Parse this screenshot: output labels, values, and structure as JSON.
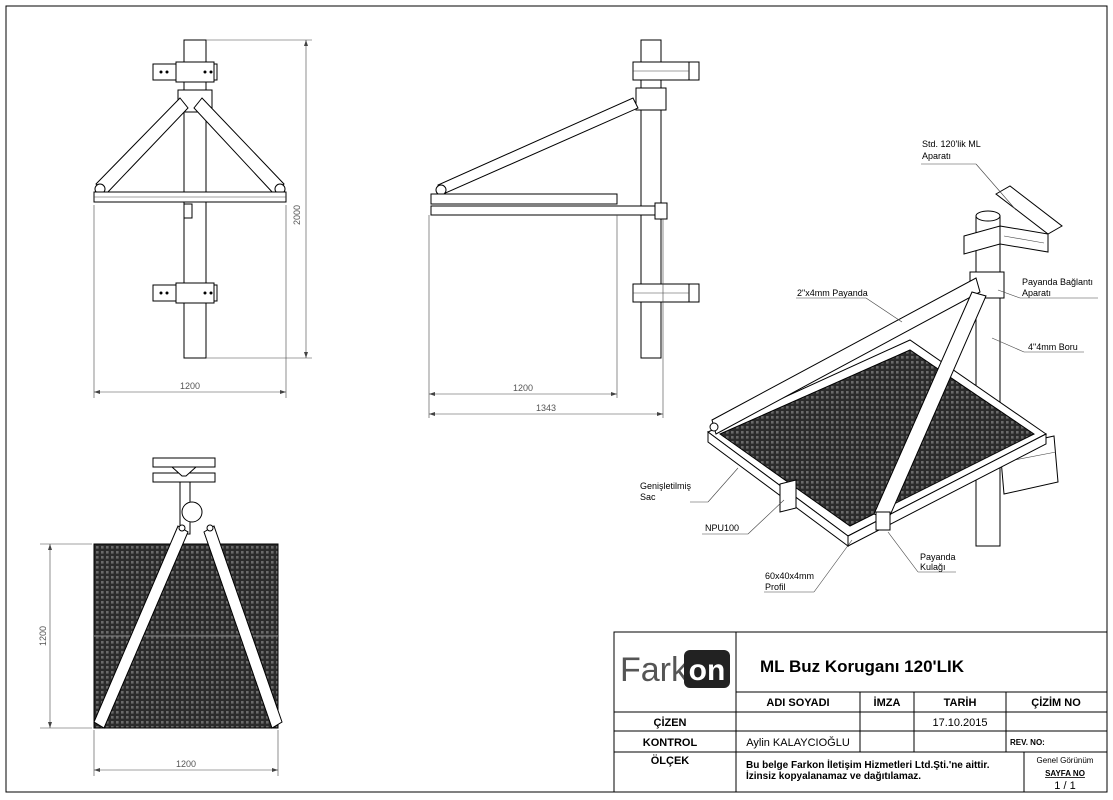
{
  "title_block": {
    "brand_text": "Fark",
    "brand_badge": "on",
    "drawing_title": "ML Buz Koruganı 120'LIK",
    "col_name": "ADI SOYADI",
    "col_sign": "İMZA",
    "col_date": "TARİH",
    "col_drawing_no": "ÇİZİM NO",
    "row_drawn": "ÇİZEN",
    "row_control": "KONTROL",
    "row_scale": "ÖLÇEK",
    "drawn_date": "17.10.2015",
    "control_name": "Aylin KALAYCIOĞLU",
    "rev_label": "REV. NO:",
    "notice_line1": "Bu belge Farkon İletişim Hizmetleri Ltd.Şti.'ne aittir.",
    "notice_line2": "İzinsiz kopyalanamaz ve dağıtılamaz.",
    "view_name": "Genel Görünüm",
    "page_label": "SAYFA NO",
    "page_value": "1 / 1"
  },
  "dimensions": {
    "front_width": "1200",
    "front_height": "2000",
    "side_width_inner": "1200",
    "side_width_outer": "1343",
    "top_width": "1200",
    "top_height": "1200"
  },
  "callouts": {
    "ml_bracket_1": "Std. 120'lik ML",
    "ml_bracket_2": "Aparatı",
    "brace": "2\"x4mm Payanda",
    "brace_clamp_1": "Payanda Bağlantı",
    "brace_clamp_2": "Aparatı",
    "pipe": "4\"4mm Boru",
    "sheet_1": "Genişletilmiş",
    "sheet_2": "Sac",
    "npu": "NPU100",
    "profile_1": "60x40x4mm",
    "profile_2": "Profil",
    "ear_1": "Payanda",
    "ear_2": "Kulağı"
  },
  "colors": {
    "brand_gray": "#555555",
    "brand_badge": "#222222",
    "grating": "#2b2b2b"
  }
}
